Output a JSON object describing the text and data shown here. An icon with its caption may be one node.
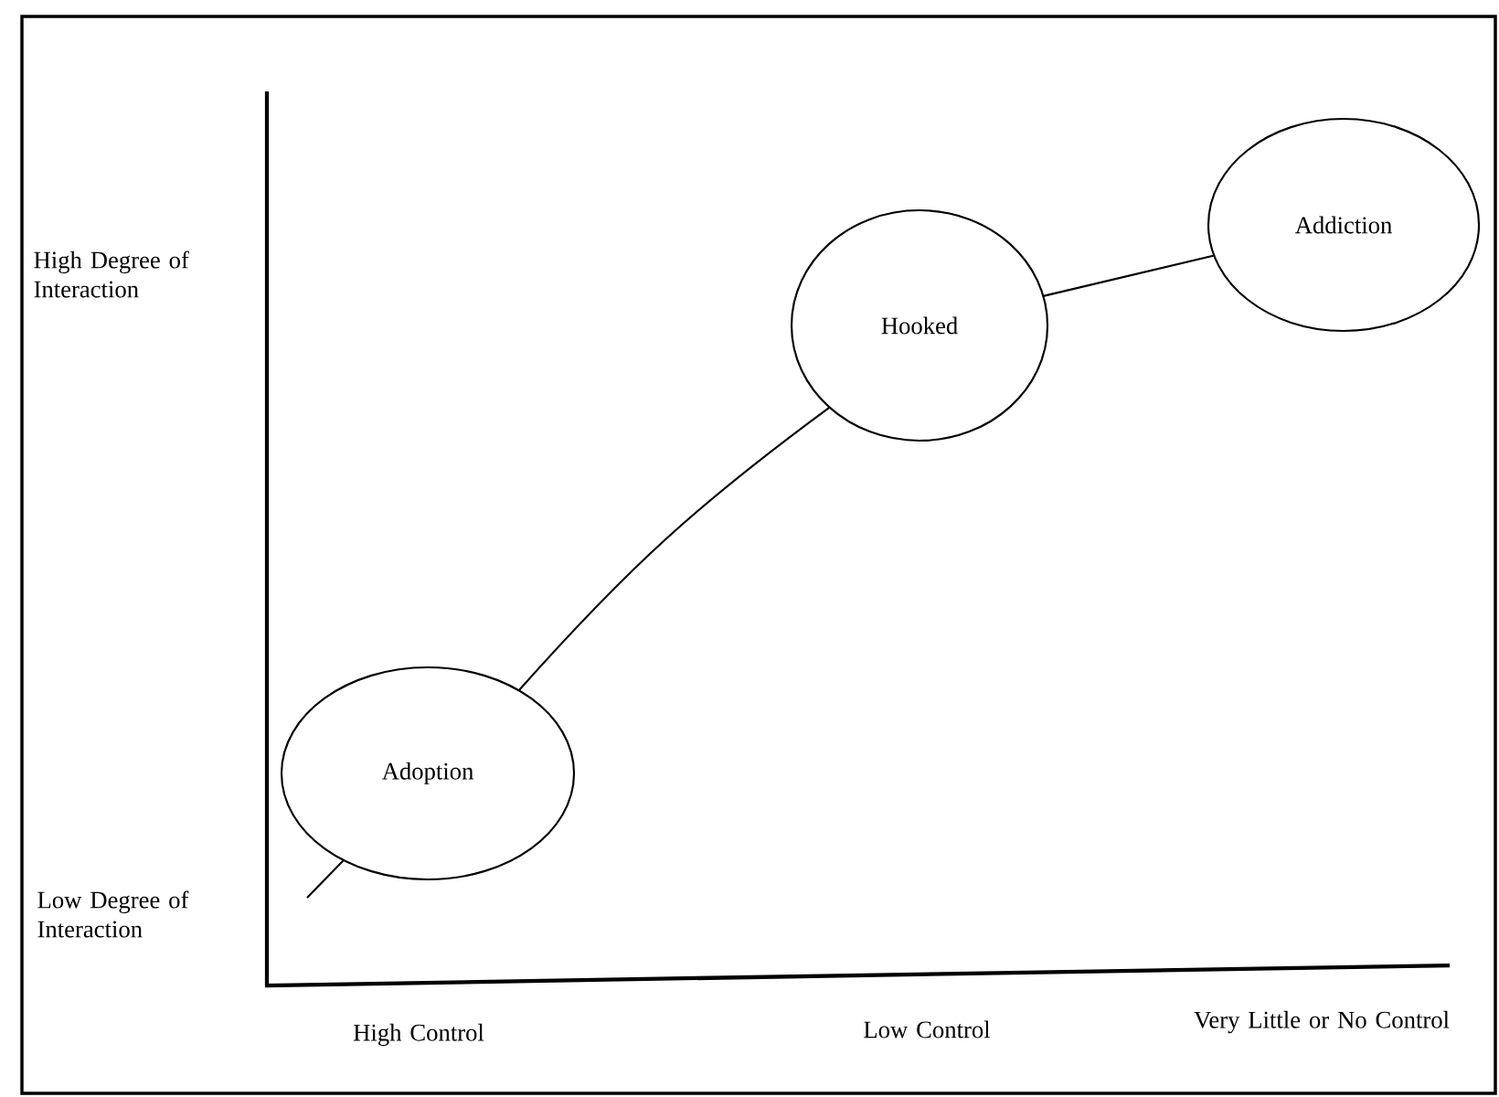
{
  "diagram": {
    "nodes": [
      {
        "text": [
          "Adoption"
        ]
      },
      {
        "text": [
          "Hooked"
        ]
      },
      {
        "text": [
          "Addiction"
        ]
      }
    ],
    "edges": [
      {
        "from": null,
        "to": 0,
        "arrow": "none"
      },
      {
        "from": 0,
        "to": 1,
        "arrow": "none"
      },
      {
        "from": 1,
        "to": 2,
        "arrow": "none"
      }
    ],
    "labels": [
      "High Degree of Interaction",
      "Low Degree of Interaction",
      "High Control",
      "Low Control",
      "Very Little or No Control"
    ]
  }
}
